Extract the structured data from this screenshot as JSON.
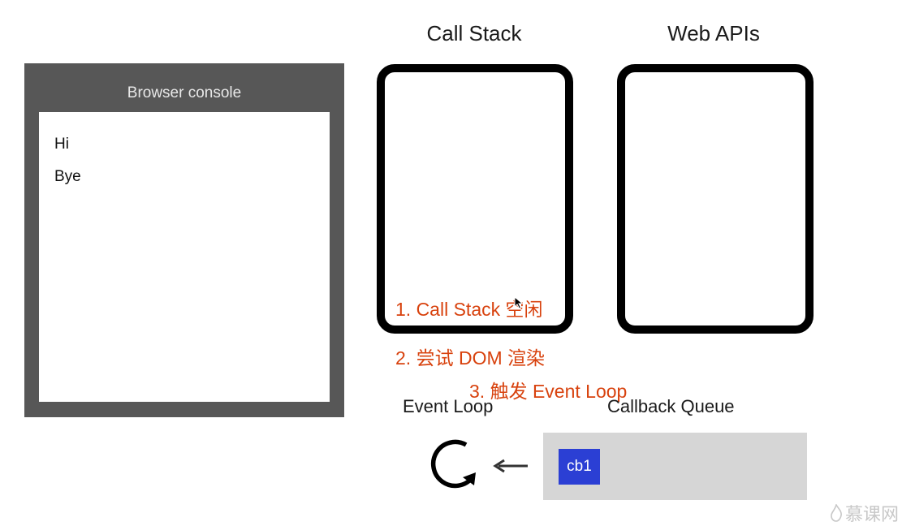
{
  "console": {
    "title": "Browser console",
    "lines": [
      "Hi",
      "Bye"
    ]
  },
  "call_stack": {
    "title": "Call Stack"
  },
  "web_apis": {
    "title": "Web APIs"
  },
  "steps": [
    "1. Call Stack 空闲",
    "2. 尝试 DOM 渲染",
    "3. 触发 Event Loop"
  ],
  "event_loop": {
    "label": "Event Loop",
    "icon": "refresh-loop-icon"
  },
  "callback_queue": {
    "label": "Callback Queue",
    "items": [
      "cb1"
    ]
  },
  "watermark": {
    "text": "慕课网"
  },
  "colors": {
    "step_text": "#d8420e",
    "callback_item": "#2b3fd4",
    "console_frame": "#575757",
    "queue_bg": "#d6d6d6"
  }
}
